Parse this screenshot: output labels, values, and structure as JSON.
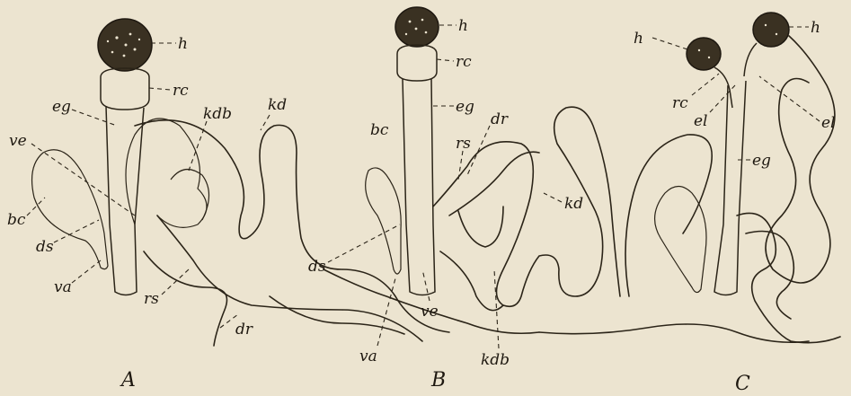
{
  "panels": {
    "A": {
      "title": "A",
      "labels": {
        "h": "h",
        "rc": "rc",
        "eg": "eg",
        "kdb": "kdb",
        "kd": "kd",
        "ve": "ve",
        "bc": "bc",
        "ds": "ds",
        "va": "va",
        "rs": "rs",
        "dr": "dr"
      }
    },
    "B": {
      "title": "B",
      "labels": {
        "h": "h",
        "rc": "rc",
        "eg": "eg",
        "bc": "bc",
        "dr": "dr",
        "rs": "rs",
        "kd": "kd",
        "ds": "ds",
        "ve": "ve",
        "va": "va",
        "kdb": "kdb"
      }
    },
    "C": {
      "title": "C",
      "labels": {
        "h1": "h",
        "h2": "h",
        "rc": "rc",
        "el1": "el",
        "el2": "el",
        "eg": "eg"
      }
    }
  },
  "colors": {
    "background": "#ece4d0",
    "ink": "#2b2418"
  }
}
